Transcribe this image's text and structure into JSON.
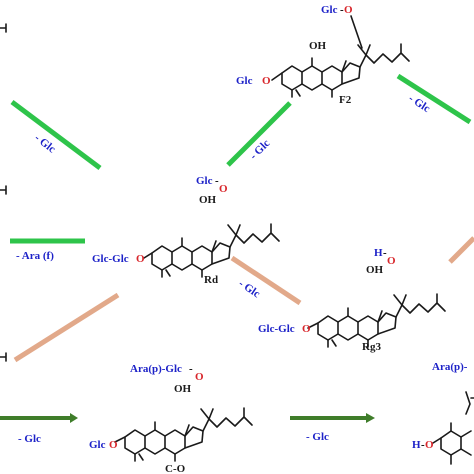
{
  "colors": {
    "green": "#2ec44a",
    "dark_green": "#3f7d2a",
    "salmon": "#e2a98a",
    "label_blue": "#1d22c8",
    "oxygen_red": "#d8262b",
    "bond": "#1a1a1a"
  },
  "compounds": {
    "f2": {
      "name": "F2",
      "sub_top": "Glc",
      "sub_bottom": "Glc",
      "oh": "OH"
    },
    "rd": {
      "name": "Rd",
      "sub_top": "Glc",
      "sub_bottom": "Glc-Glc",
      "oh": "OH"
    },
    "rg3": {
      "name": "Rg3",
      "sub_top": "H",
      "sub_bottom": "Glc-Glc",
      "oh": "OH"
    },
    "co": {
      "name": "C-O",
      "sub_top": "Ara(p)-Glc",
      "sub_bottom": "Glc",
      "oh": "OH"
    },
    "partial": {
      "sub_top": "Ara(p)-",
      "sub_bottom": "H"
    }
  },
  "arrows": [
    {
      "id": "left-to-rd",
      "label": "- Glc",
      "color": "green"
    },
    {
      "id": "rd-to-f2",
      "label": "- Glc",
      "color": "green"
    },
    {
      "id": "f2-out",
      "label": "- Glc",
      "color": "green"
    },
    {
      "id": "ara-f-to-rd",
      "label": "- Ara (f)",
      "color": "green"
    },
    {
      "id": "rd-to-rg3",
      "label": "- Glc",
      "color": "salmon"
    },
    {
      "id": "bottom-left-to-rd",
      "label": "",
      "color": "salmon"
    },
    {
      "id": "rg3-out",
      "label": "",
      "color": "salmon"
    },
    {
      "id": "left-to-co",
      "label": "- Glc",
      "color": "dark_green"
    },
    {
      "id": "co-to-partial",
      "label": "- Glc",
      "color": "dark_green"
    }
  ]
}
